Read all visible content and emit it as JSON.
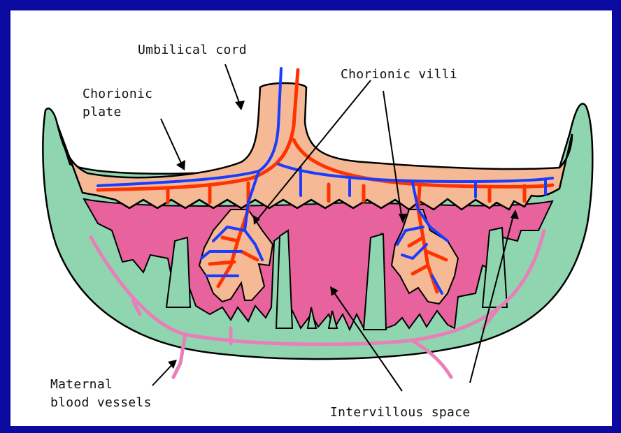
{
  "labels": {
    "umbilical_cord": "Umbilical cord",
    "chorionic_plate_1": "Chorionic",
    "chorionic_plate_2": "plate",
    "chorionic_villi": "Chorionic villi",
    "maternal_1": "Maternal",
    "maternal_2": "blood vessels",
    "intervillous": "Intervillous space"
  },
  "colors": {
    "frame": "#0a0aa0",
    "decidua": "#8fd6b0",
    "intervillous": "#e8629e",
    "chorion": "#f6b995",
    "artery": "#ff3300",
    "vein": "#1a3cff",
    "maternal_vessel": "#e87fb8"
  }
}
